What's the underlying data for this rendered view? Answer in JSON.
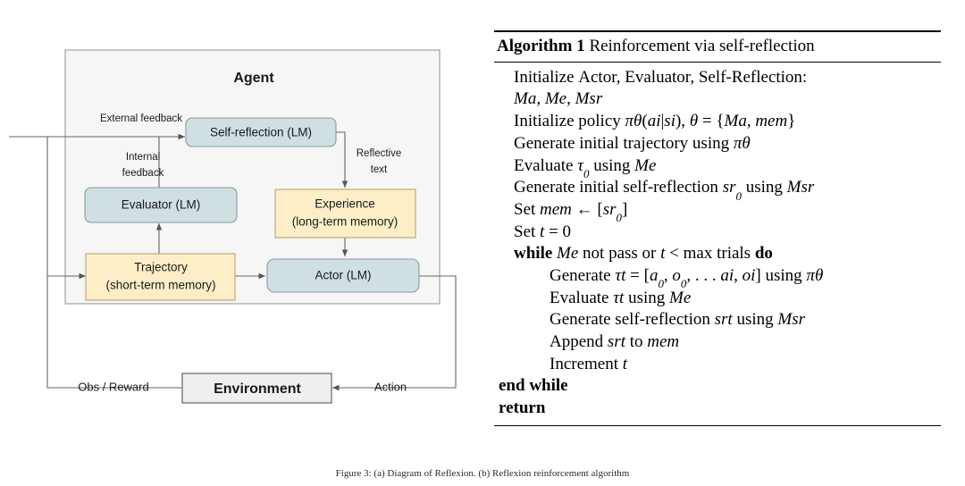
{
  "figure": {
    "caption": "Figure 3: (a) Diagram of Reflexion. (b) Reflexion reinforcement algorithm"
  },
  "diagram": {
    "container_label": "Agent",
    "nodes": {
      "self_reflection": {
        "label": "Self-reflection (LM)",
        "color": "#cfdfe2"
      },
      "evaluator": {
        "label": "Evaluator (LM)",
        "color": "#cfdfe2"
      },
      "experience": {
        "line1": "Experience",
        "line2": "(long-term memory)",
        "color": "#fdeec8"
      },
      "trajectory": {
        "line1": "Trajectory",
        "line2": "(short-term memory)",
        "color": "#fdeec8"
      },
      "actor": {
        "label": "Actor (LM)",
        "color": "#cfdfe2"
      },
      "environment": {
        "label": "Environment",
        "color": "#efefef"
      }
    },
    "edge_labels": {
      "external_feedback": "External feedback",
      "internal_feedback_l1": "Internal",
      "internal_feedback_l2": "feedback",
      "reflective_text_l1": "Reflective",
      "reflective_text_l2": "text",
      "obs_reward": "Obs / Reward",
      "action": "Action"
    }
  },
  "algorithm": {
    "header_kw": "Algorithm 1",
    "header_title": "Reinforcement via self-reflection",
    "lines": [
      {
        "id": "init-models-a",
        "indent": 1,
        "text": "Initialize Actor, Evaluator, Self-Reflection:"
      },
      {
        "id": "init-models-b",
        "indent": 1,
        "text": "Ma, Me, Msr"
      },
      {
        "id": "init-policy",
        "indent": 1,
        "text": "Initialize policy πθ(ai|si), θ = {Ma, mem}"
      },
      {
        "id": "gen-init-traj",
        "indent": 1,
        "text": "Generate initial trajectory using πθ"
      },
      {
        "id": "eval-tau0",
        "indent": 1,
        "text": "Evaluate τ0 using Me"
      },
      {
        "id": "gen-init-sr",
        "indent": 1,
        "text": "Generate initial self-reflection sr0 using Msr"
      },
      {
        "id": "set-mem",
        "indent": 1,
        "text": "Set mem ← [sr0]"
      },
      {
        "id": "set-t",
        "indent": 1,
        "text": "Set t = 0"
      },
      {
        "id": "while",
        "indent": 1,
        "text": "while Me not pass or t < max trials do"
      },
      {
        "id": "gen-tau-t",
        "indent": 2,
        "text": "Generate τt = [a0, o0, . . . ai, oi] using πθ"
      },
      {
        "id": "eval-tau-t",
        "indent": 2,
        "text": "Evaluate τt using Me"
      },
      {
        "id": "gen-sr-t",
        "indent": 2,
        "text": "Generate self-reflection srt using Msr"
      },
      {
        "id": "append-sr",
        "indent": 2,
        "text": "Append srt to mem"
      },
      {
        "id": "increment-t",
        "indent": 2,
        "text": "Increment t"
      },
      {
        "id": "end-while",
        "indent": 0,
        "text": "end while"
      },
      {
        "id": "return",
        "indent": 0,
        "text": "return"
      }
    ]
  },
  "colors": {
    "blue_node": "#cfdfe2",
    "yellow_node": "#fdeec8",
    "gray_node": "#efefef",
    "agent_bg": "#f6f6f6",
    "stroke": "#808080",
    "arrow": "#666666"
  }
}
